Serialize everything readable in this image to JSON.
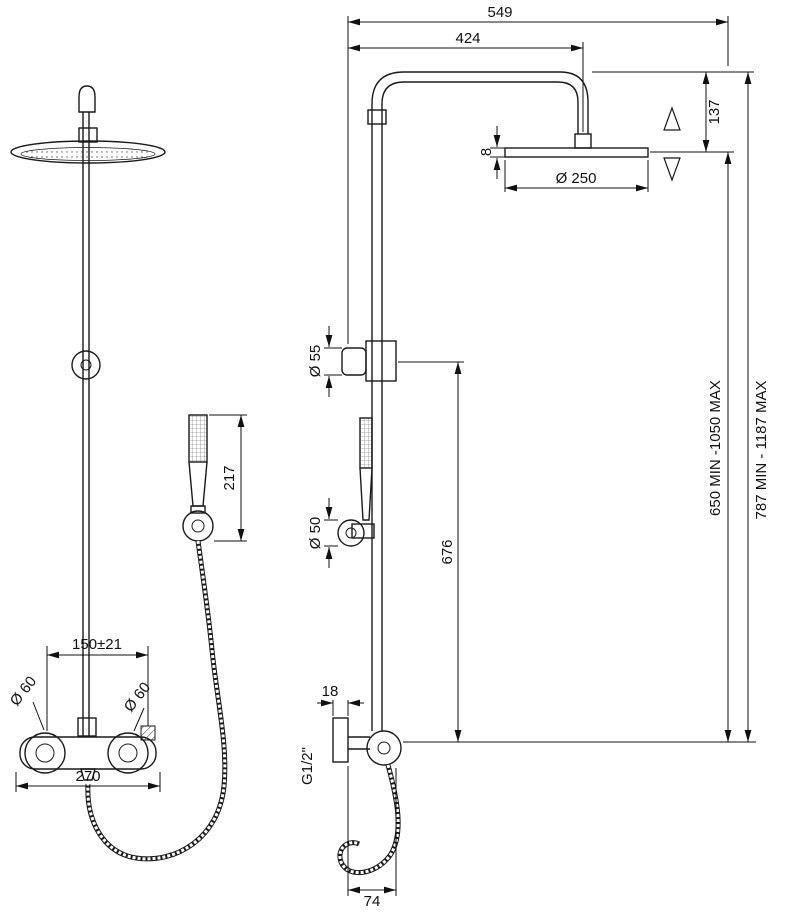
{
  "dims": {
    "d549": "549",
    "d424": "424",
    "d137": "137",
    "d8": "8",
    "d250": "Ø 250",
    "d55": "Ø 55",
    "d50": "Ø 50",
    "d217": "217",
    "d150": "150±21",
    "d60l": "Ø 60",
    "d60r": "Ø 60",
    "d270": "270",
    "d18": "18",
    "thread": "G1/2\"",
    "d676": "676",
    "range_inner": "650 MIN -1050 MAX",
    "range_outer": "787 MIN - 1187 MAX",
    "d74": "74"
  }
}
